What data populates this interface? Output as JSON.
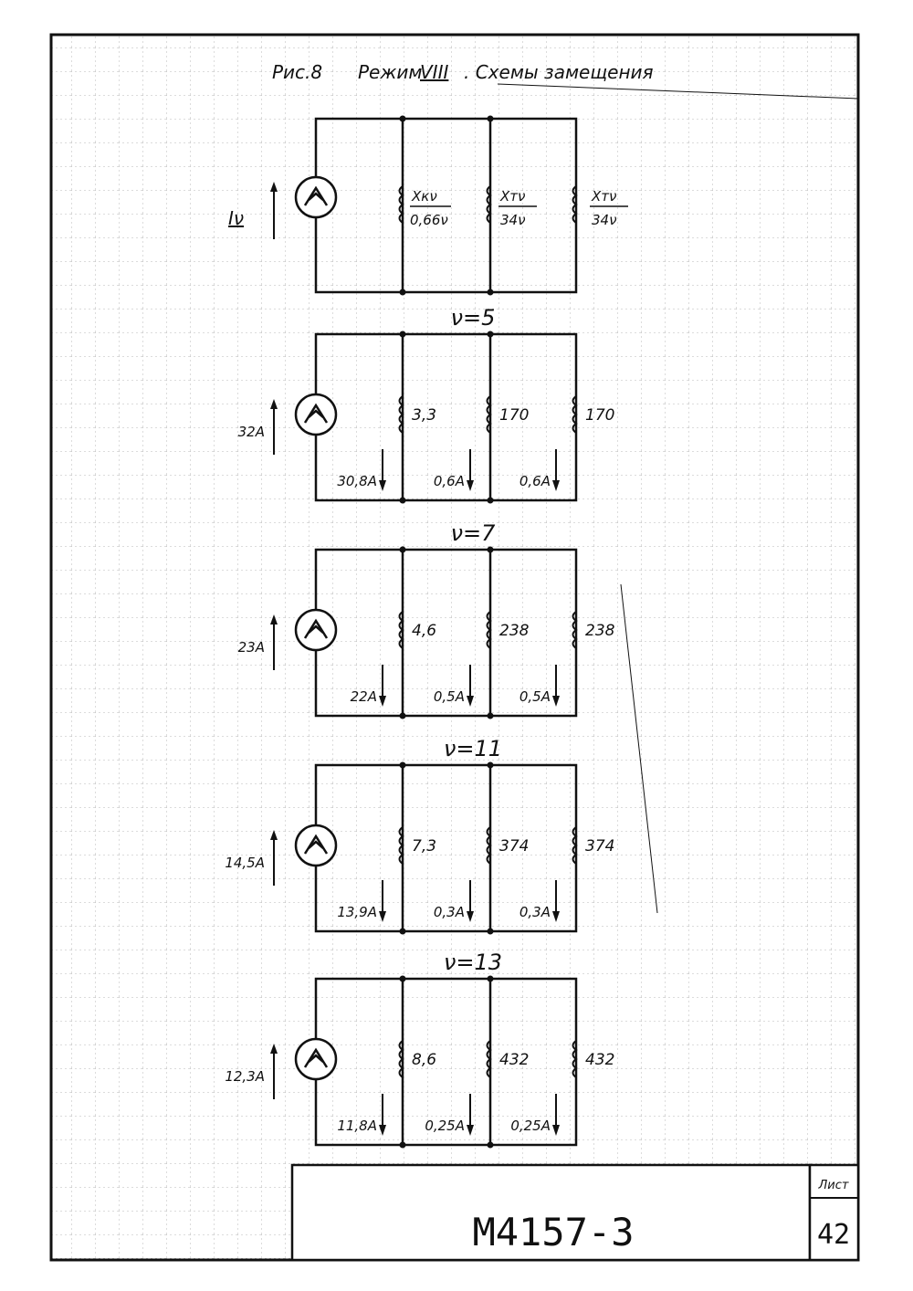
{
  "title": {
    "prefix": "Рис.8",
    "mode_word": "Режим",
    "mode_number": "VIII",
    "suffix": ". Схемы замещения"
  },
  "general_scheme": {
    "source_current_label": "Iν",
    "branches": [
      {
        "num": "Xкν",
        "den": "0,66ν"
      },
      {
        "num": "Xтν",
        "den": "34ν"
      },
      {
        "num": "Xтν",
        "den": "34ν"
      }
    ]
  },
  "harmonic_schemes": [
    {
      "harmonic_label": "ν=5",
      "source_current": "32А",
      "reactances": [
        "3,3",
        "170",
        "170"
      ],
      "branch_currents": [
        "30,8А",
        "0,6А",
        "0,6А"
      ]
    },
    {
      "harmonic_label": "ν=7",
      "source_current": "23А",
      "reactances": [
        "4,6",
        "238",
        "238"
      ],
      "branch_currents": [
        "22А",
        "0,5А",
        "0,5А"
      ]
    },
    {
      "harmonic_label": "ν=11",
      "source_current": "14,5А",
      "reactances": [
        "7,3",
        "374",
        "374"
      ],
      "branch_currents": [
        "13,9А",
        "0,3А",
        "0,3А"
      ]
    },
    {
      "harmonic_label": "ν=13",
      "source_current": "12,3А",
      "reactances": [
        "8,6",
        "432",
        "432"
      ],
      "branch_currents": [
        "11,8А",
        "0,25А",
        "0,25А"
      ]
    }
  ],
  "title_block": {
    "document_code": "М4157-3",
    "sheet_label": "Лист",
    "sheet_number": "42"
  }
}
